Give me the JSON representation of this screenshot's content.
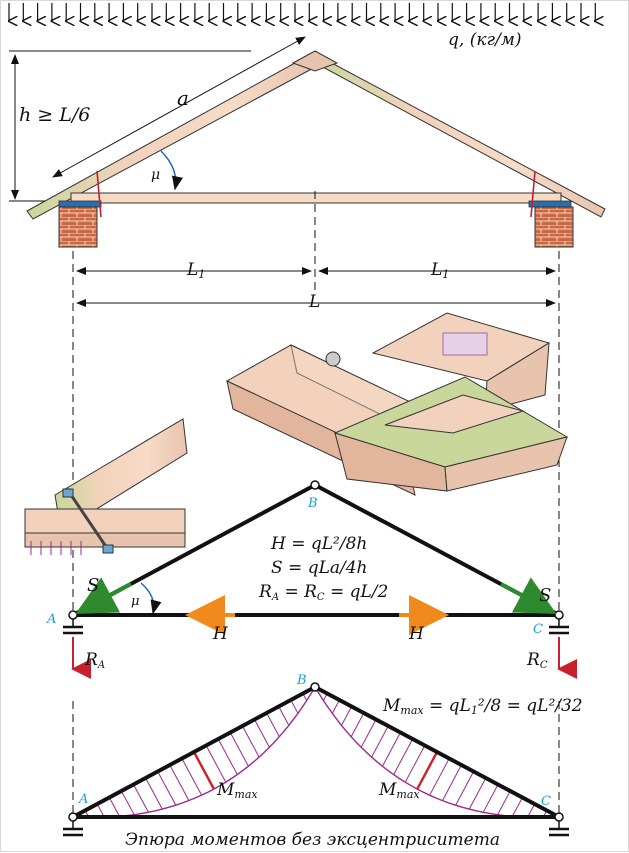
{
  "top": {
    "load_label": "q, (кг/м)",
    "height_label": "h ≥ L/6",
    "slope_label": "a",
    "angle_label": "μ"
  },
  "dims": {
    "half_left": "L",
    "half_left_sub": "1",
    "half_right": "L",
    "half_right_sub": "1",
    "span": "L"
  },
  "truss": {
    "point_a": "A",
    "point_b": "B",
    "point_c": "C",
    "formula_h": "H = qL²/8h",
    "formula_s": "S = qLa/4h",
    "formula_r_lhs": "R",
    "formula_r_lhs_sub": "A",
    "formula_r_mid": " = R",
    "formula_r_mid_sub": "C",
    "formula_r_rhs": " = qL/2",
    "s_left": "S",
    "s_right": "S",
    "mu": "μ",
    "h_left": "H",
    "h_right": "H",
    "ra": "R",
    "ra_sub": "A",
    "rc": "R",
    "rc_sub": "C"
  },
  "moment": {
    "point_a": "A",
    "point_b": "B",
    "point_c": "C",
    "mmax_formula_a": "M",
    "mmax_formula_sub": "max",
    "mmax_formula_b": " = qL",
    "mmax_formula_sub2": "1",
    "mmax_formula_c": "²/8 = qL²/32",
    "mmax_left": "M",
    "mmax_left_sub": "max",
    "mmax_right": "M",
    "mmax_right_sub": "max",
    "caption": "Эпюра моментов без эксцентриситета"
  },
  "colors": {
    "wood": "#f3d2bd",
    "wood_green": "#c9d79a",
    "brick": "#c96a45",
    "moment": "#9b2a8c",
    "mmax_line": "#d0202a",
    "arrow_green": "#2f8a2f",
    "arrow_orange": "#f08a1c",
    "reaction": "#c8202c",
    "point_label": "#1aa0d8"
  }
}
